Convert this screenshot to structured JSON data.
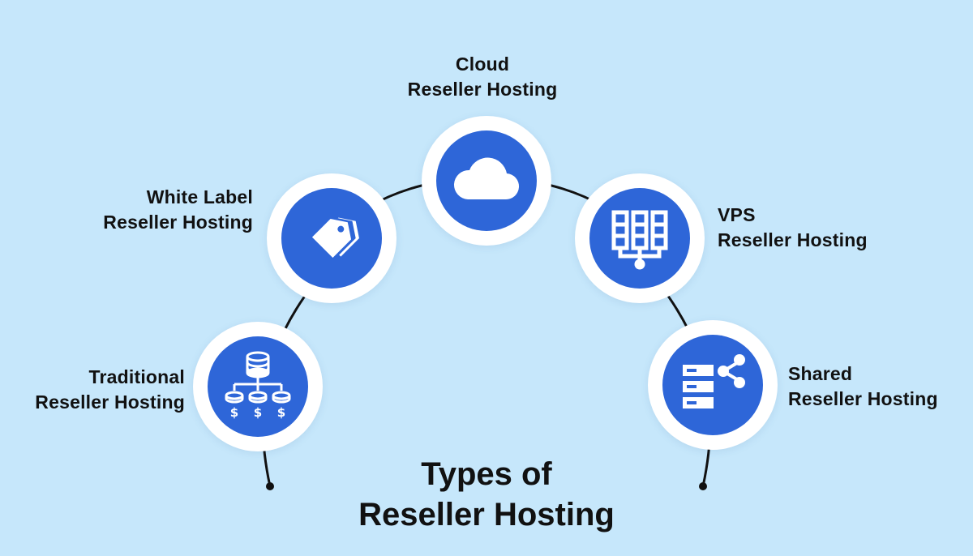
{
  "title": {
    "line1": "Types of",
    "line2": "Reseller Hosting"
  },
  "nodes": [
    {
      "id": "cloud",
      "icon": "cloud-icon",
      "line1": "Cloud",
      "line2": "Reseller Hosting"
    },
    {
      "id": "white-label",
      "icon": "price-tags-icon",
      "line1": "White Label",
      "line2": "Reseller Hosting"
    },
    {
      "id": "vps",
      "icon": "server-rack-icon",
      "line1": "VPS",
      "line2": "Reseller Hosting"
    },
    {
      "id": "traditional",
      "icon": "database-distribution-icon",
      "line1": "Traditional",
      "line2": "Reseller Hosting"
    },
    {
      "id": "shared",
      "icon": "shared-server-icon",
      "line1": "Shared",
      "line2": "Reseller Hosting"
    }
  ],
  "colors": {
    "background": "#c6e7fb",
    "icon_circle": "#2e66d8",
    "ring": "#ffffff",
    "arc": "#111111",
    "text": "#111111"
  }
}
